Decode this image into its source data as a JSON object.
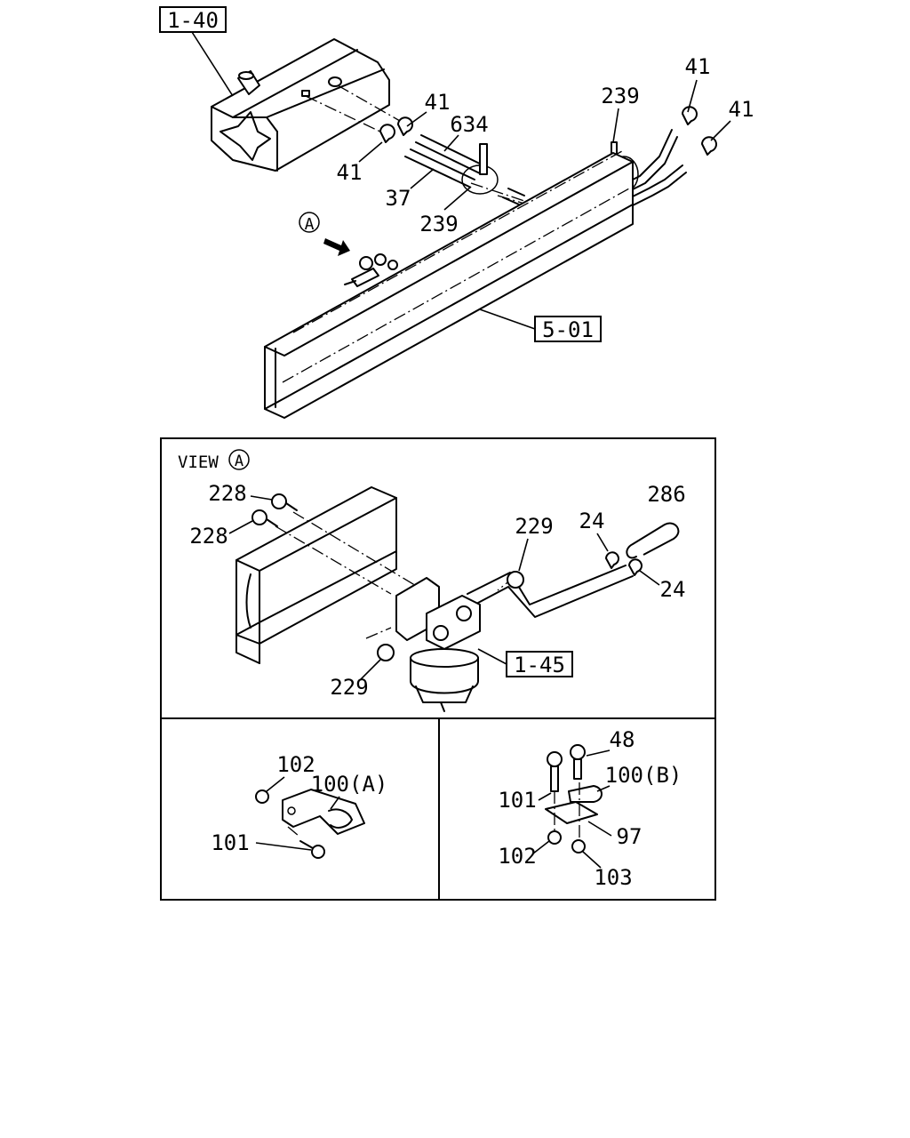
{
  "refs": {
    "tank": "1-40",
    "frame": "5-01",
    "filter": "1-45"
  },
  "view": {
    "marker": "A",
    "title": "VIEW"
  },
  "callouts": {
    "top": {
      "c41a": "41",
      "c41b": "41",
      "c41c": "41",
      "c41d": "41",
      "c634": "634",
      "c37": "37",
      "c239a": "239",
      "c239b": "239"
    },
    "view_a": {
      "c228a": "228",
      "c228b": "228",
      "c229a": "229",
      "c229b": "229",
      "c24a": "24",
      "c24b": "24",
      "c286": "286"
    },
    "detail_left": {
      "c102": "102",
      "c100a": "100(A)",
      "c101": "101"
    },
    "detail_right": {
      "c48": "48",
      "c100b": "100(B)",
      "c101": "101",
      "c97": "97",
      "c102": "102",
      "c103": "103"
    }
  }
}
